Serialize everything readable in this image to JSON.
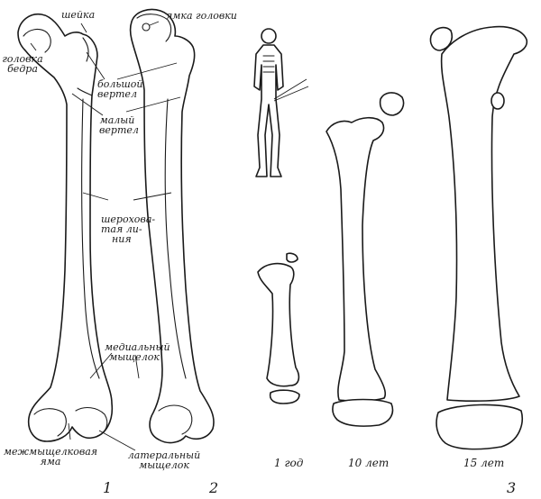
{
  "labels": {
    "sheika": "шейка",
    "yamka_golovki": "ямка головки",
    "golovka_bedra_line1": "головка",
    "golovka_bedra_line2": "бедра",
    "bolshoy_vertel_line1": "большой",
    "bolshoy_vertel_line2": "вертел",
    "maly_vertel_line1": "малый",
    "maly_vertel_line2": "вертел",
    "sherokhovataya_line1": "шерохова-",
    "sherokhovataya_line2": "тая ли-",
    "sherokhovataya_line3": "ния",
    "medialny_line1": "медиальный",
    "medialny_line2": "мыщелок",
    "mezhmyshchelkovaya_line1": "межмыщелковая",
    "mezhmyshchelkovaya_line2": "яма",
    "lateralny_line1": "латеральный",
    "lateralny_line2": "мыщелок"
  },
  "figure_numbers": {
    "fig1": "1",
    "fig2": "2",
    "fig3": "3"
  },
  "ages": {
    "age1": "1 год",
    "age2": "10 лет",
    "age3": "15 лет"
  }
}
